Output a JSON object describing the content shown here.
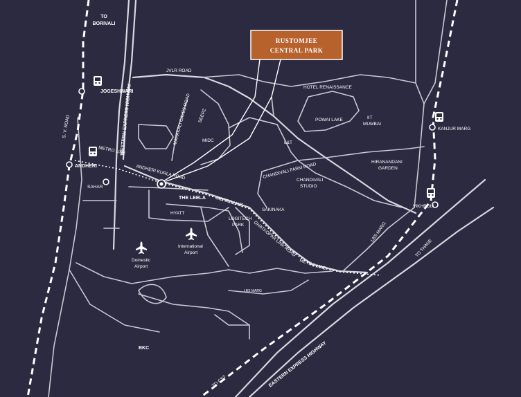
{
  "project": {
    "name_line1": "RUSTOMJEE",
    "name_line2": "CENTRAL PARK",
    "color": "#b7622d"
  },
  "background_color": "#2b2a40",
  "stations": {
    "jogeshwari": "JOGESHWARI",
    "andheri": "ANDHERI",
    "sahar": "SAHAR",
    "kanjur_marg": "KANJUR MARG",
    "vikhroli": "VIKHROLI"
  },
  "roads": {
    "to_borivali_1": "TO",
    "to_borivali_2": "BORIVALI",
    "jvlr": "JVLR ROAD",
    "western_express_highway": "WESTERN EXPRESS HIGHWAY",
    "sv_road": "S. V. ROAD",
    "mahakali_caves_road": "MAHAKALI CAVES ROAD",
    "andheri_kurla_road": "ANDHERI KURLA ROAD",
    "chandivali_farm_road": "CHANDIVALI FARM ROAD",
    "ghatkopar_link_road": "GHATKOPAR LINK ROAD",
    "lbs_marg_1": "LBS MARG",
    "lbs_marg_2": "LBS MARG",
    "to_thane": "TO THANE",
    "eastern_express_highway": "EASTERN EXPRESS HIGHWAY",
    "to_cst": "TO CST",
    "metro_line_1": "METRO LINE",
    "metro_line_2": "METRO LINE",
    "metro_line_3": "METRO LINE"
  },
  "places": {
    "hotel_renaissance": "HOTEL RENAISSANCE",
    "powai_lake": "POWAI LAKE",
    "iit_1": "IIT",
    "iit_2": "MUMBAI",
    "seepz": "SEEPZ",
    "midc": "MIDC",
    "lt": "L&T",
    "hiranandani_1": "HIRANANDANI",
    "hiranandani_2": "GARDEN",
    "chandivali_studio_1": "CHANDIVALI",
    "chandivali_studio_2": "STUDIO",
    "the_leela": "THE LEELA",
    "hyatt": "HYATT",
    "logitech_1": "LOGITECH",
    "logitech_2": "PARK",
    "sakinaka": "SAKINAKA",
    "intl_airport_1": "International",
    "intl_airport_2": "Airport",
    "dom_airport_1": "Domestic",
    "dom_airport_2": "Airport",
    "bkc": "BKC"
  },
  "icons": [
    "train-station-icon",
    "airplane-icon",
    "location-marker-icon"
  ]
}
